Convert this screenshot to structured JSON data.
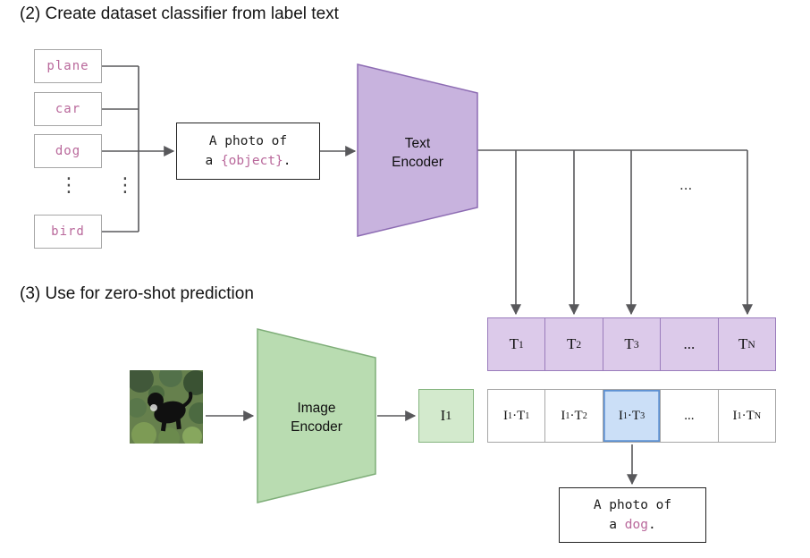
{
  "section2": {
    "title": "(2) Create dataset classifier from label text",
    "class_labels": [
      "plane",
      "car",
      "dog",
      "bird"
    ],
    "vertical_ellipsis": "⋮",
    "prompt": {
      "line1": "A photo of",
      "line2_pre": "a ",
      "object": "{object}",
      "line2_post": "."
    },
    "text_encoder_label": "Text Encoder",
    "horizontal_ellipsis": "..."
  },
  "section3": {
    "title": "(3) Use for zero-shot prediction",
    "image_encoder_label": "Image Encoder",
    "image_embedding": {
      "pre": "I",
      "sub": "1"
    },
    "text_embeddings": [
      {
        "pre": "T",
        "sub": "1"
      },
      {
        "pre": "T",
        "sub": "2"
      },
      {
        "pre": "T",
        "sub": "3"
      },
      {
        "pre": "..."
      },
      {
        "pre": "T",
        "sub": "N"
      }
    ],
    "similarities": [
      {
        "pre": "I",
        "sub1": "1",
        "mid": "·T",
        "sub2": "1"
      },
      {
        "pre": "I",
        "sub1": "1",
        "mid": "·T",
        "sub2": "2"
      },
      {
        "pre": "I",
        "sub1": "1",
        "mid": "·T",
        "sub2": "3"
      },
      {
        "pre": "..."
      },
      {
        "pre": "I",
        "sub1": "1",
        "mid": "·T",
        "sub2": "N"
      }
    ],
    "prediction": {
      "line1": "A photo of",
      "line2_pre": "a ",
      "object": "dog",
      "line2_post": "."
    }
  },
  "colors": {
    "label_text_pink": "#b9689b",
    "text_encoder_fill": "#c8b3de",
    "text_encoder_border": "#8d6cb3",
    "t_cell_fill": "#dccaea",
    "t_cell_border": "#9a7cbc",
    "image_encoder_fill": "#b9dcb1",
    "image_encoder_border": "#7fae79",
    "image_embed_fill": "#d3eacd",
    "image_embed_border": "#84b47e",
    "highlight_fill": "#cbdff7",
    "highlight_border": "#5c90d2",
    "arrow": "#58585b"
  }
}
